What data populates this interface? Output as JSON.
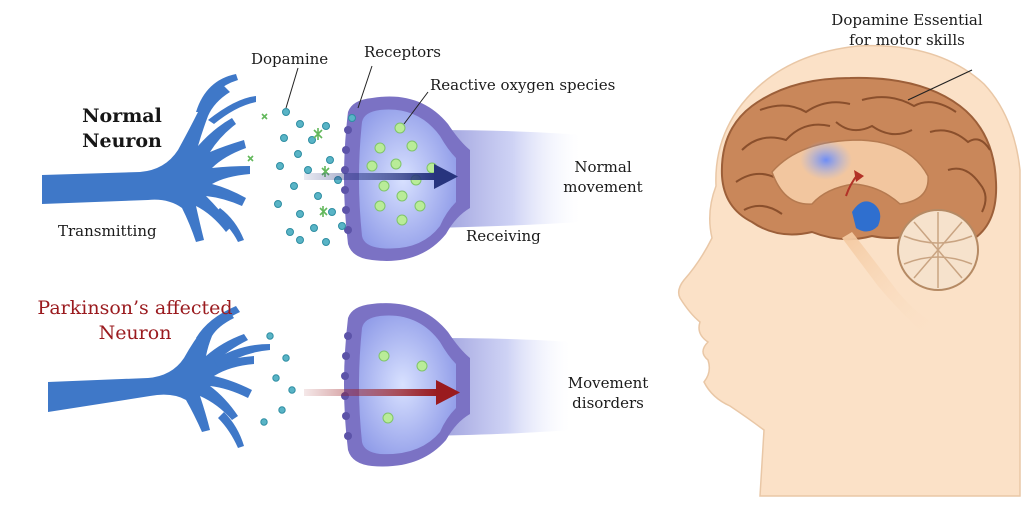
{
  "normal": {
    "title_line1": "Normal",
    "title_line2": "Neuron",
    "transmitting": "Transmitting",
    "dopamine": "Dopamine",
    "receptors": "Receptors",
    "ros": "Reactive oxygen species",
    "receiving": "Receiving",
    "outcome_line1": "Normal",
    "outcome_line2": "movement"
  },
  "parkinsons": {
    "title_line1": "Parkinson’s affected",
    "title_line2": "Neuron",
    "outcome_line1": "Movement",
    "outcome_line2": "disorders"
  },
  "brain": {
    "caption_line1": "Dopamine Essential",
    "caption_line2": "for motor skills"
  },
  "colors": {
    "neuron_blue": "#3f78c8",
    "synapse_purple": "#7b72c4",
    "dopamine_dot": "#59b4c6",
    "ros_green": "#b9ec98",
    "arrow_normal": "#27347e",
    "arrow_pd": "#9a1b1f",
    "skin": "#fbe1c7",
    "brain": "#c9875a"
  }
}
